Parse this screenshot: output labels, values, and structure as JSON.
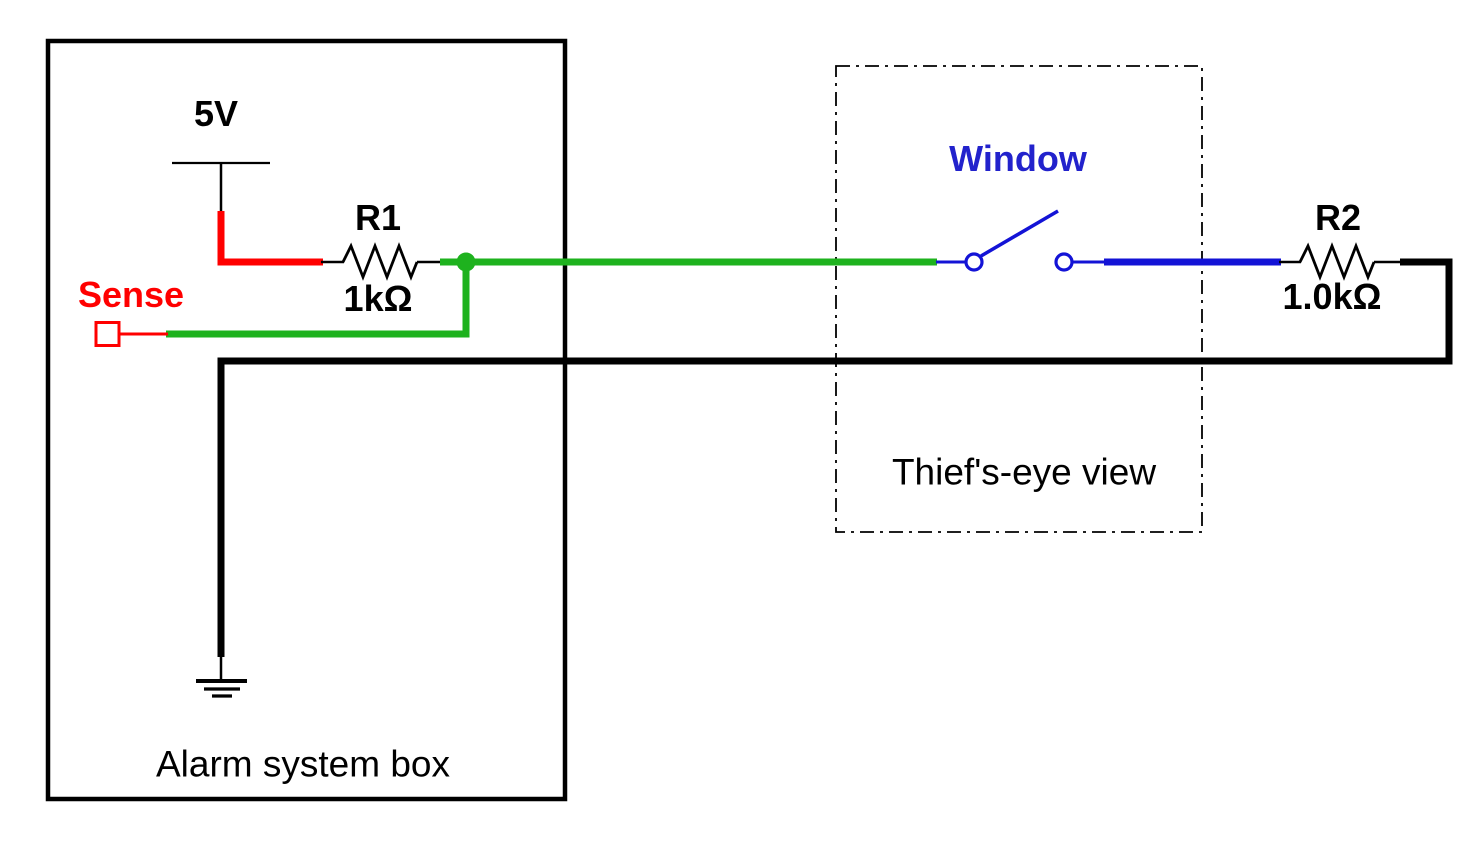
{
  "alarm_box": {
    "caption": "Alarm system box",
    "supply_label": "5V",
    "sense_label": "Sense",
    "r1": {
      "name": "R1",
      "value": "1kΩ"
    }
  },
  "thief_view": {
    "caption": "Thief's-eye view",
    "switch_label": "Window"
  },
  "r2": {
    "name": "R2",
    "value": "1.0kΩ"
  },
  "colors": {
    "background": "#ffffff",
    "wire_black": "#000000",
    "wire_red": "#ff0000",
    "wire_green": "#1eb21e",
    "wire_blue": "#1313d6",
    "label_black": "#000000",
    "label_red": "#ff0000",
    "label_blue": "#2222cc"
  }
}
